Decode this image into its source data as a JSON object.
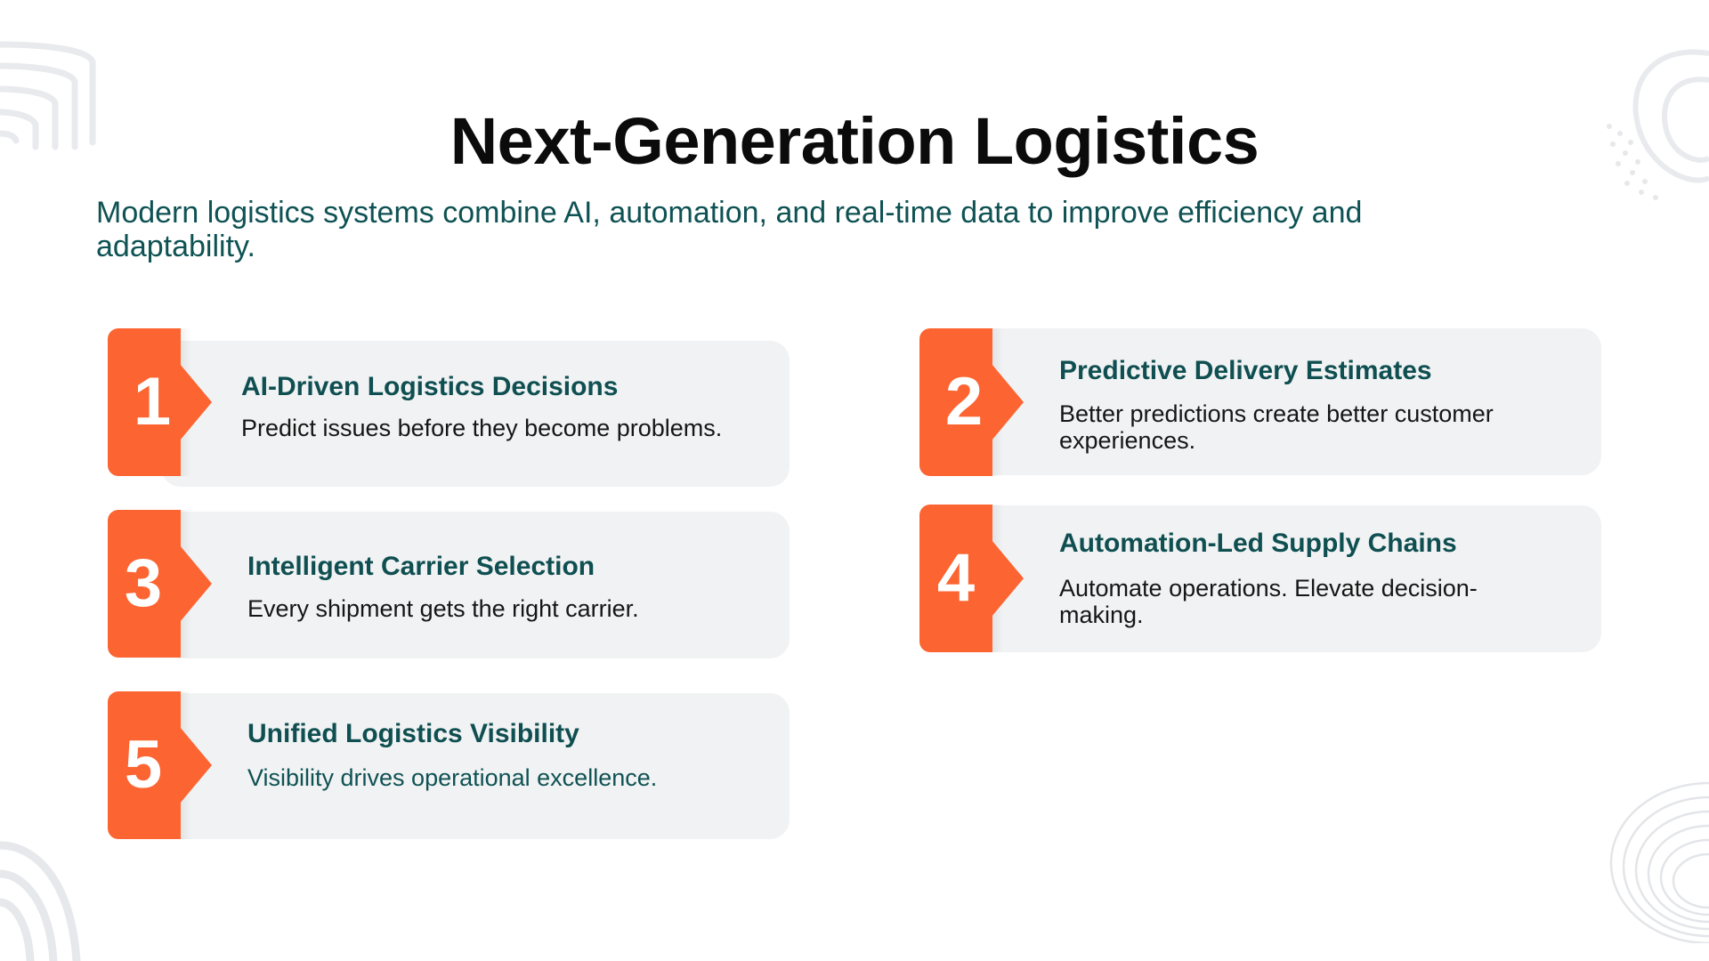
{
  "title": "Next-Generation Logistics",
  "subtitle": "Modern logistics systems combine AI, automation, and real-time data to improve efficiency and adaptability.",
  "colors": {
    "accent": "#fc6431",
    "heading": "#0b0b0b",
    "teal_text": "#0f5254",
    "card_bg": "#f1f2f3"
  },
  "cards": [
    {
      "number": "1",
      "title": "AI-Driven Logistics Decisions",
      "description": "Predict issues before they become problems."
    },
    {
      "number": "2",
      "title": "Predictive Delivery Estimates",
      "description": "Better predictions create better customer experiences."
    },
    {
      "number": "3",
      "title": "Intelligent Carrier Selection",
      "description": "Every shipment gets the right carrier."
    },
    {
      "number": "4",
      "title": "Automation-Led Supply Chains",
      "description": "Automate operations. Elevate decision-making."
    },
    {
      "number": "5",
      "title": "Unified Logistics Visibility",
      "description": "Visibility drives operational excellence."
    }
  ]
}
